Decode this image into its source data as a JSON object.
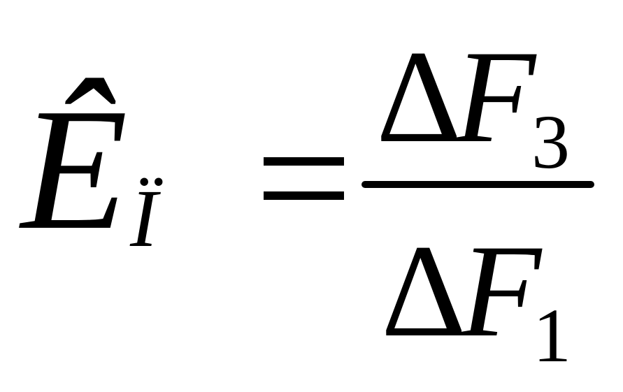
{
  "formula": {
    "lhs": {
      "symbol": "Ê",
      "subscript": "Ï"
    },
    "equals": "=",
    "fraction": {
      "numerator": {
        "operator": "Δ",
        "variable": "F",
        "subscript": "3"
      },
      "denominator": {
        "operator": "Δ",
        "variable": "F",
        "subscript": "1"
      }
    }
  },
  "colors": {
    "ink": "#000000",
    "background": "#ffffff"
  }
}
